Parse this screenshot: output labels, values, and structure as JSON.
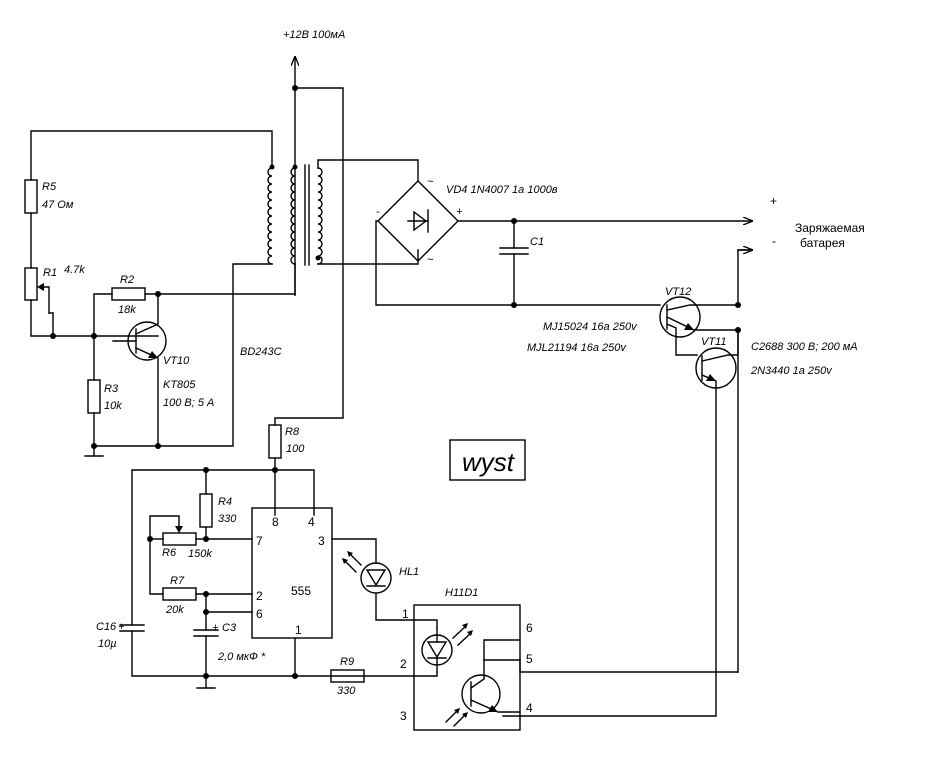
{
  "supply": {
    "label": "+12В 100мА"
  },
  "transformer": {
    "label": "BD243C"
  },
  "bridge": {
    "label": "VD4   1N4007   1a 1000в",
    "minus": "-",
    "plus": "+",
    "tilde_top": "~",
    "tilde_bottom": "~"
  },
  "capacitor_c1": {
    "label": "C1"
  },
  "battery": {
    "line1": "Заряжаемая",
    "line2": "батарея",
    "plus": "+",
    "minus": "-"
  },
  "resistors": {
    "r5": {
      "name": "R5",
      "value": "47 Ом"
    },
    "r1": {
      "name": "R1",
      "value": "4.7k"
    },
    "r2": {
      "name": "R2",
      "value": "18k"
    },
    "r3": {
      "name": "R3",
      "value": "10k"
    },
    "r8": {
      "name": "R8",
      "value": "100"
    },
    "r4": {
      "name": "R4",
      "value": "330"
    },
    "r6": {
      "name": "R6",
      "value": "150k"
    },
    "r7": {
      "name": "R7",
      "value": "20k"
    },
    "r9": {
      "name": "R9",
      "value": "330"
    }
  },
  "vt10": {
    "name": "VT10",
    "part": "KT805",
    "rating": "100 В; 5 А"
  },
  "vt12": {
    "name": "VT12",
    "part1": "MJ15024  16a  250v",
    "part2": "MJL21194  16a 250v"
  },
  "vt11": {
    "name": "VT11",
    "part1": "C2688   300 В; 200 мА",
    "part2": "2N3440  1a  250v"
  },
  "timer": {
    "name": "555",
    "pin8": "8",
    "pin4": "4",
    "pin7": "7",
    "pin3": "3",
    "pin2": "2",
    "pin6": "6",
    "pin1": "1"
  },
  "c16": {
    "name": "C16",
    "value": "10µ",
    "pol": "+"
  },
  "c3": {
    "name": "C3",
    "value": "2,0 мкФ *",
    "pol": "+"
  },
  "led": {
    "name": "HL1"
  },
  "opto": {
    "name": "H11D1",
    "pin1": "1",
    "pin2": "2",
    "pin3": "3",
    "pin4": "4",
    "pin5": "5",
    "pin6": "6"
  },
  "author": {
    "text": "wyst"
  }
}
